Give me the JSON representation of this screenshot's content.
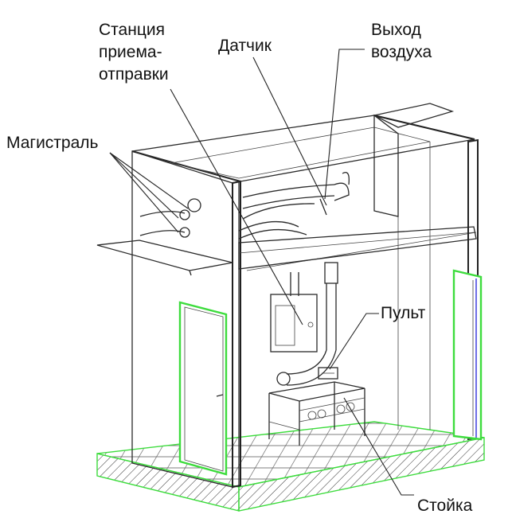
{
  "labels": {
    "station_line1": "Станция",
    "station_line2": "приема-",
    "station_line3": "отправки",
    "sensor": "Датчик",
    "air_exit_line1": "Выход",
    "air_exit_line2": "воздуха",
    "main_line": "Магистраль",
    "console": "Пульт",
    "stand": "Стойка"
  },
  "colors": {
    "door_frame": "#3ddc3d",
    "door_frame_right_inner": "#4a4ae0",
    "floor_edge": "#3ddc3d",
    "line": "#2a2a2a"
  }
}
